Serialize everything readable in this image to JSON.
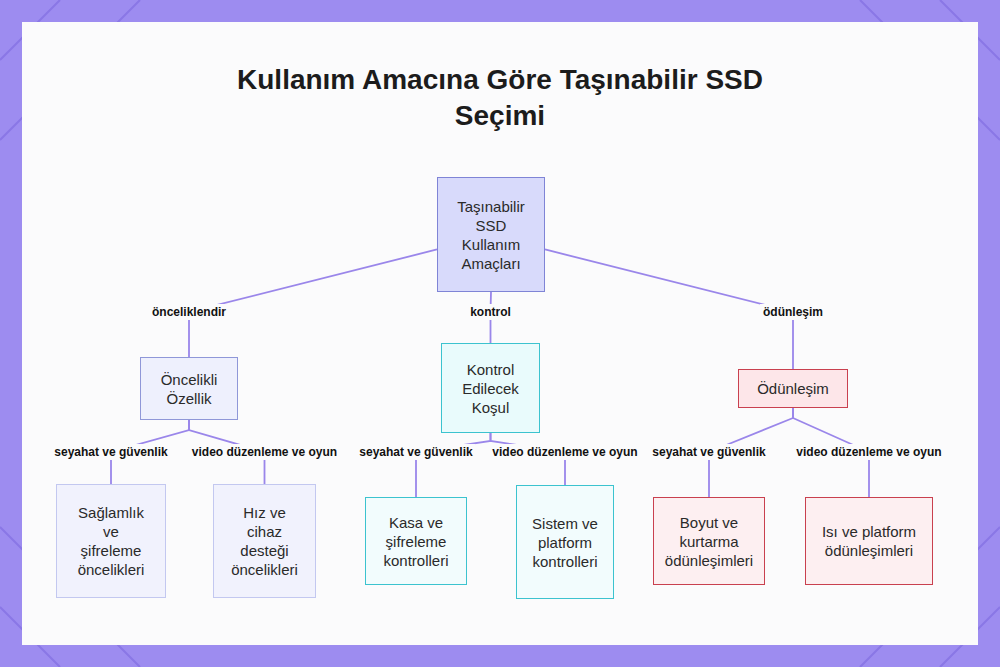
{
  "diagram": {
    "title": "Kullanım Amacına Göre Taşınabilir SSD Seçimi",
    "nodes": [
      {
        "text": [
          "Taşınabilir SSD Kullanım Amaçları"
        ]
      },
      {
        "text": [
          "Öncelikli Özellik"
        ]
      },
      {
        "text": [
          "Kontrol Edilecek Koşul"
        ]
      },
      {
        "text": [
          "Ödünleşim"
        ]
      },
      {
        "text": [
          "Sağlamlık ve şifreleme öncelikleri"
        ]
      },
      {
        "text": [
          "Hız ve cihaz desteği öncelikleri"
        ]
      },
      {
        "text": [
          "Kasa ve şifreleme kontrolleri"
        ]
      },
      {
        "text": [
          "Sistem ve platform kontrolleri"
        ]
      },
      {
        "text": [
          "Boyut ve kurtarma ödünleşimleri"
        ]
      },
      {
        "text": [
          "Isı ve platform ödünleşimleri"
        ]
      }
    ],
    "edges": [
      {
        "from": 0,
        "to": 1,
        "label": "önceliklendir",
        "arrow": "none"
      },
      {
        "from": 0,
        "to": 2,
        "label": "kontrol",
        "arrow": "none"
      },
      {
        "from": 0,
        "to": 3,
        "label": "ödünleşim",
        "arrow": "none"
      },
      {
        "from": 1,
        "to": 4,
        "label": "seyahat ve güvenlik",
        "arrow": "none"
      },
      {
        "from": 1,
        "to": 5,
        "label": "video düzenleme ve oyun",
        "arrow": "none"
      },
      {
        "from": 2,
        "to": 6,
        "label": "seyahat ve güvenlik",
        "arrow": "none"
      },
      {
        "from": 2,
        "to": 7,
        "label": "video düzenleme ve oyun",
        "arrow": "none"
      },
      {
        "from": 3,
        "to": 8,
        "label": "seyahat ve güvenlik",
        "arrow": "none"
      },
      {
        "from": 3,
        "to": 9,
        "label": "video düzenleme ve oyun",
        "arrow": "none"
      }
    ]
  }
}
